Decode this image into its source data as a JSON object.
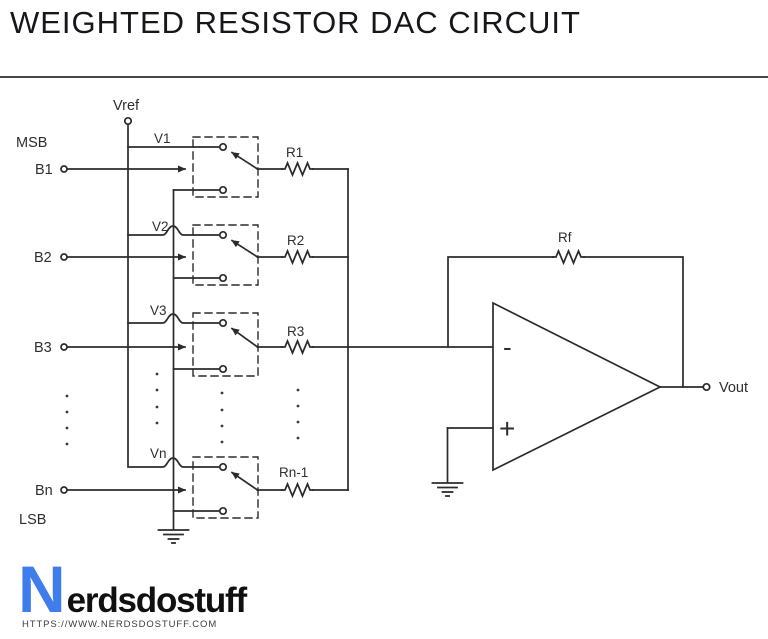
{
  "header": {
    "title": "WEIGHTED RESISTOR DAC CIRCUIT"
  },
  "circuit": {
    "reference_label": "Vref",
    "msb_label": "MSB",
    "lsb_label": "LSB",
    "branches": [
      {
        "bit": "B1",
        "node": "V1",
        "resistor": "R1"
      },
      {
        "bit": "B2",
        "node": "V2",
        "resistor": "R2"
      },
      {
        "bit": "B3",
        "node": "V3",
        "resistor": "R3"
      },
      {
        "bit": "Bn",
        "node": "Vn",
        "resistor": "Rn-1"
      }
    ],
    "opamp": {
      "inverting_label": "-",
      "noninverting_label": "+"
    },
    "feedback_resistor": "Rf",
    "output_label": "Vout"
  },
  "footer": {
    "logo_initial": "N",
    "logo_name": "erdsdostuff",
    "url": "HTTPS://WWW.NERDSDOSTUFF.COM"
  },
  "colors": {
    "line": "#2b2b2b",
    "logo_blue": "#3e7deb",
    "background": "#ffffff"
  }
}
